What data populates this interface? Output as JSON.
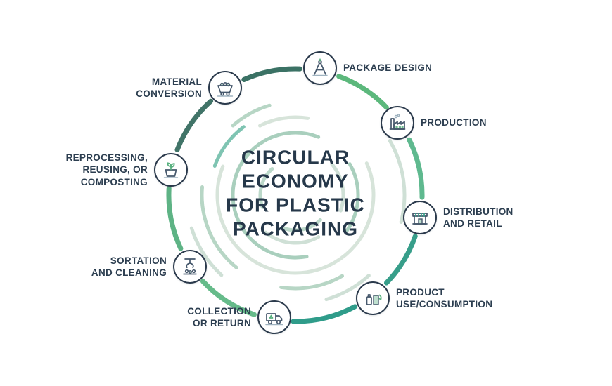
{
  "diagram": {
    "title": "CIRCULAR\nECONOMY\nFOR PLASTIC\nPACKAGING",
    "stages": [
      {
        "label": "PACKAGE DESIGN",
        "icon": "package-design-icon"
      },
      {
        "label": "PRODUCTION",
        "icon": "production-icon"
      },
      {
        "label": "DISTRIBUTION\nAND RETAIL",
        "icon": "distribution-retail-icon"
      },
      {
        "label": "PRODUCT\nUSE/CONSUMPTION",
        "icon": "product-use-icon"
      },
      {
        "label": "COLLECTION\nOR RETURN",
        "icon": "collection-return-icon"
      },
      {
        "label": "SORTATION\nAND CLEANING",
        "icon": "sortation-cleaning-icon"
      },
      {
        "label": "REPROCESSING,\nREUSING, OR\nCOMPOSTING",
        "icon": "reprocessing-icon"
      },
      {
        "label": "MATERIAL\nCONVERSION",
        "icon": "material-conversion-icon"
      }
    ],
    "colors": {
      "title_text": "#26384a",
      "label_text": "#2c3e50",
      "icon_ring": "#2b3a4c",
      "arc_segments": [
        "#5cb87c",
        "#5fb98f",
        "#379e8a",
        "#2f9c8a",
        "#66bb8a",
        "#5eb385",
        "#417468",
        "#3b7265"
      ]
    }
  }
}
